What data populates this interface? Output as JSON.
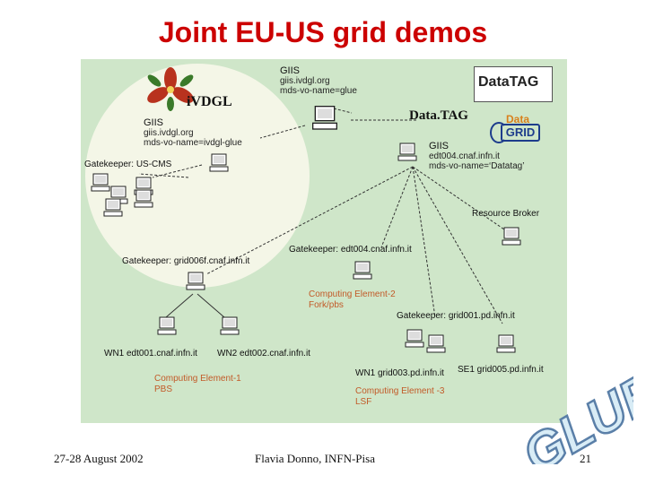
{
  "slide": {
    "title": "Joint EU-US grid demos",
    "footer_left": "27-28 August 2002",
    "footer_center": "Flavia Donno,  INFN-Pisa",
    "page_number": "21",
    "glue_text": "GLUE"
  },
  "diagram": {
    "ivdgl_title": "iVDGL",
    "ivdgl_giis": "GIIS",
    "ivdgl_giis_host": "giis.ivdgl.org",
    "ivdgl_giis_vo": "mds-vo-name=ivdgl-glue",
    "gatekeeper_us_cms": "Gatekeeper: US-CMS",
    "top_giis": "GIIS",
    "top_giis_host": "giis.ivdgl.org",
    "top_giis_vo": "mds-vo-name=glue",
    "datatag_logo": "DataTAG",
    "datatag_title": "Data.TAG",
    "datagrid_logo_top": "Data",
    "datagrid_logo_bottom": "GRID",
    "datatag_giis": "GIIS",
    "datatag_giis_host": "edt004.cnaf.infn.it",
    "datatag_giis_vo": "mds-vo-name=‘Datatag’",
    "resource_broker": "Resource Broker",
    "gatekeeper_edt004": "Gatekeeper: edt004.cnaf.infn.it",
    "gatekeeper_grid006f": "Gatekeeper: grid006f.cnaf.infn.it",
    "ce2_name": "Computing Element-2",
    "ce2_type": "Fork/pbs",
    "gatekeeper_grid001": "Gatekeeper: grid001.pd.infn.it",
    "wn1_edt001": "WN1 edt001.cnaf.infn.it",
    "wn2_edt002": "WN2 edt002.cnaf.infn.it",
    "ce1_name": "Computing Element-1",
    "ce1_type": "PBS",
    "wn1_grid003": "WN1 grid003.pd.infn.it",
    "se1_grid005": "SE1 grid005.pd.infn.it",
    "ce3_name": "Computing Element -3",
    "ce3_type": "LSF"
  },
  "colors": {
    "title": "#cc0000",
    "panel": "#cfe6c9",
    "circle": "#f4f6e7",
    "ce_label": "#c25a28",
    "glue_fill": "#d8ecf6",
    "glue_stroke": "#5a7fa8"
  },
  "icons": [
    "computer-icon",
    "ivdgl-flower-logo",
    "datatag-logo",
    "datagrid-logo"
  ]
}
